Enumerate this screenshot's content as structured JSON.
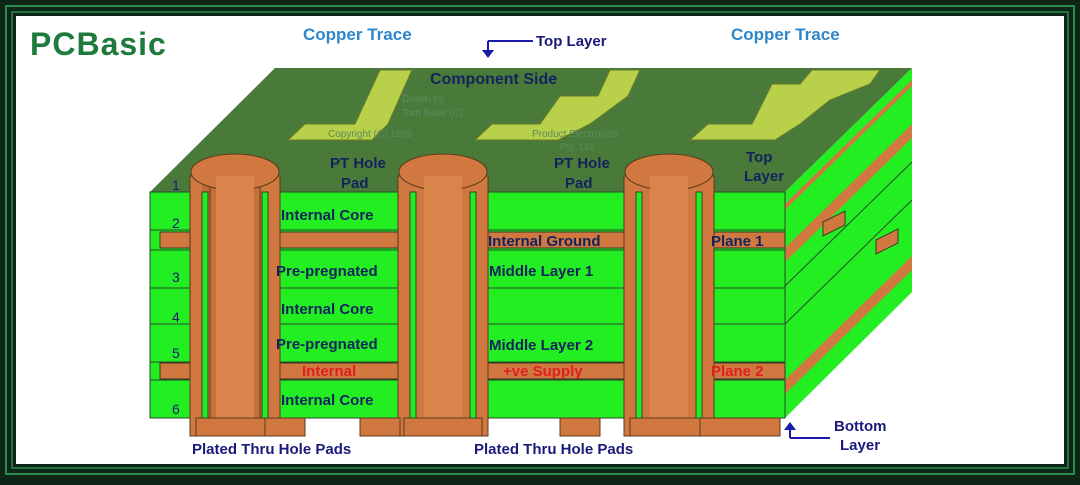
{
  "brand": {
    "logo_text": "PCBasic",
    "color": "#1f7a3e"
  },
  "colors": {
    "frame_dark": "#0d2617",
    "frame_line": "#2e8b4a",
    "board_green": "#22ee22",
    "top_surface": "#4a7a3a",
    "copper": "#d07840",
    "trace": "#b8d04a",
    "label_blue": "#2f86c9",
    "label_navy": "#1a1a7a",
    "label_red": "#e02020"
  },
  "labels": {
    "copper_trace_left": "Copper Trace",
    "copper_trace_right": "Copper Trace",
    "top_layer": "Top Layer",
    "component_side": "Component Side",
    "pt_hole_pad_1a": "PT Hole",
    "pt_hole_pad_1b": "Pad",
    "pt_hole_pad_2a": "PT Hole",
    "pt_hole_pad_2b": "Pad",
    "top_layer_right_a": "Top",
    "top_layer_right_b": "Layer",
    "bottom_layer_a": "Bottom",
    "bottom_layer_b": "Layer",
    "plated_thru_left": "Plated Thru Hole Pads",
    "plated_thru_right": "Plated Thru Hole Pads"
  },
  "layer_numbers": [
    "1",
    "2",
    "3",
    "4",
    "5",
    "6"
  ],
  "left_column": {
    "internal_core_1": "Internal Core",
    "pre_pregnated_1": "Pre-pregnated",
    "internal_core_2": "Internal Core",
    "pre_pregnated_2": "Pre-pregnated",
    "internal": "Internal",
    "internal_core_3": "Internal Core"
  },
  "mid_column": {
    "internal_ground": "Internal Ground",
    "middle_layer_1": "Middle Layer 1",
    "middle_layer_2": "Middle Layer 2",
    "ve_supply": "+ve Supply"
  },
  "right_column": {
    "plane_1": "Plane 1",
    "plane_2": "Plane 2"
  },
  "watermark": {
    "line1": "Drawn by",
    "line2": "Tom Bose (C)",
    "line3": "Copyright (C) 1999",
    "line4": "Product Electronics",
    "line5": "Pty. Ltd"
  }
}
